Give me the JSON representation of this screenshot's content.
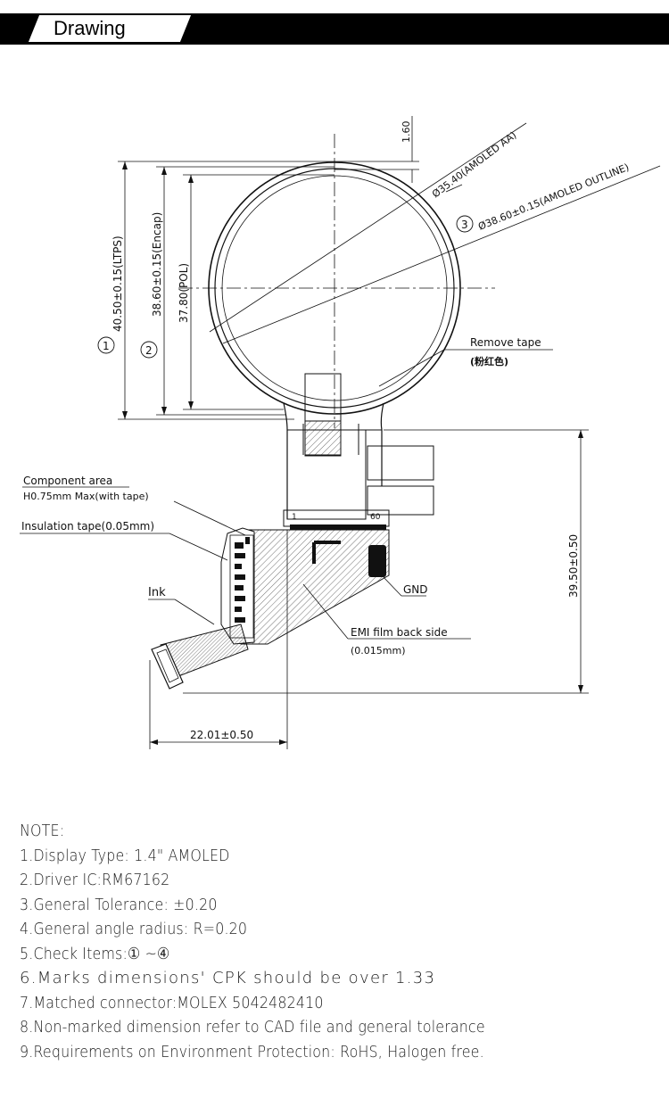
{
  "header": {
    "title": "Drawing"
  },
  "dimensions": {
    "ltps": "40.50±0.15(LTPS)",
    "encap": "38.60±0.15(Encap)",
    "pol": "37.80(POL)",
    "gap": "1.60",
    "aa": "Ø35.40(AMOLED AA)",
    "outline": "Ø38.60±0.15(AMOLED OUTLINE)",
    "fpc_length": "39.50±0.50",
    "fpc_offset": "22.01±0.50"
  },
  "check_marks": {
    "one": "1",
    "two": "2",
    "three": "3"
  },
  "callouts": {
    "remove_tape": "Remove tape",
    "remove_tape_color": "(粉红色)",
    "component_area": "Component area",
    "component_height": "H0.75mm Max(with tape)",
    "insulation_tape": "Insulation tape(0.05mm)",
    "ink": "Ink",
    "gnd": "GND",
    "emi_film": "EMI film back side",
    "emi_thickness": "(0.015mm)",
    "pin_first": "1",
    "pin_last": "60"
  },
  "notes": {
    "title": "NOTE:",
    "items": [
      "1.Display Type: 1.4\" AMOLED",
      "2.Driver IC:RM67162",
      "3.General Tolerance: ±0.20",
      "4.General angle radius: R=0.20",
      "5.Check Items:① ~④",
      "6.Marks dimensions' CPK should be over 1.33",
      "7.Matched connector:MOLEX 5042482410",
      "8.Non-marked dimension refer to CAD file and general tolerance",
      "9.Requirements on Environment Protection: RoHS, Halogen free."
    ]
  }
}
